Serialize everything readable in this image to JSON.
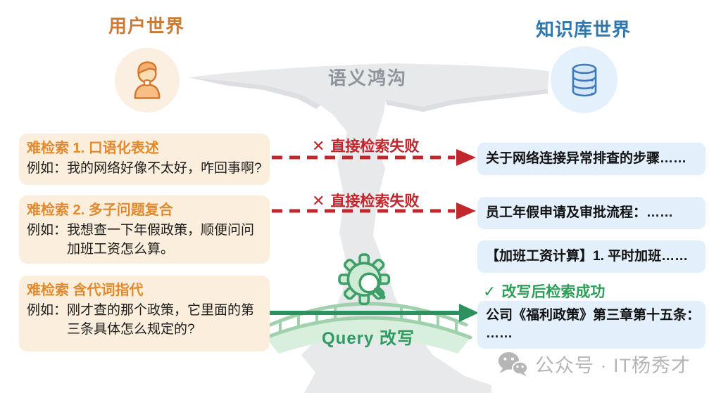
{
  "palette": {
    "user_orange": "#cc7a33",
    "card_title_orange": "#df8a2f",
    "card_left_bg": "#fbeedc",
    "kb_blue": "#2c77b0",
    "card_right_bg": "#e3effb",
    "fail_red": "#c1272d",
    "success_green": "#2e9e5b",
    "bridge_green": "#9ed1ac",
    "arrow_green": "#2e9160",
    "chasm_gray": "#e7e9eb",
    "gap_text_gray": "#8f939a",
    "watermark_gray": "#b6b6b6"
  },
  "worlds": {
    "user": {
      "title": "用户世界"
    },
    "knowledge_base": {
      "title": "知识库世界"
    }
  },
  "semantic_gap_label": "语义鸿沟",
  "left_cards": [
    {
      "title": "难检索 1. 口语化表述",
      "body": "例如：我的网络好像不太好，咋回事啊?"
    },
    {
      "title": "难检索 2. 多子问题复合",
      "body": "例如：我想查一下年假政策，顺便问问\n加班工资怎么算。"
    },
    {
      "title": "难检索 含代词指代",
      "body": "例如：刚才查的那个政策，它里面的第\n三条具体怎么规定的?"
    }
  ],
  "arrows": {
    "fail_1": {
      "icon": "✕",
      "label": "直接检索失败"
    },
    "fail_2": {
      "icon": "✕",
      "label": "直接检索失败"
    },
    "success": {
      "icon": "✓",
      "label": "改写后检索成功"
    }
  },
  "right_cards": [
    {
      "text": "关于网络连接异常排查的步骤……"
    },
    {
      "text": "员工年假申请及审批流程：……"
    },
    {
      "text": "【加班工资计算】1. 平时加班……"
    },
    {
      "text": "公司《福利政策》第三章第十五条：\n……"
    }
  ],
  "bridge": {
    "label": "Query 改写"
  },
  "watermark": {
    "text": "公众号 · IT杨秀才"
  }
}
